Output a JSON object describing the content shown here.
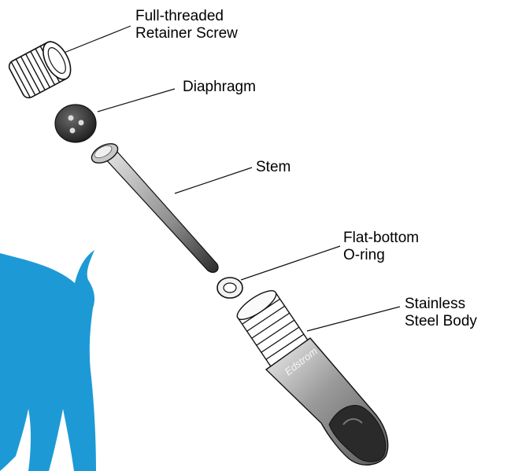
{
  "labels": {
    "retainer_screw": [
      "Full-threaded",
      "Retainer Screw"
    ],
    "diaphragm": [
      "Diaphragm"
    ],
    "stem": [
      "Stem"
    ],
    "o_ring": [
      "Flat-bottom",
      "O-ring"
    ],
    "body": [
      "Stainless",
      "Steel Body"
    ]
  },
  "brand_text": "Edstrom",
  "colors": {
    "pig_silhouette": "#1d9ad6",
    "dark_part": "#3a3a3a",
    "mid_gray": "#8a8a8a",
    "light_gray": "#d8d8d8",
    "outline": "#111111"
  }
}
